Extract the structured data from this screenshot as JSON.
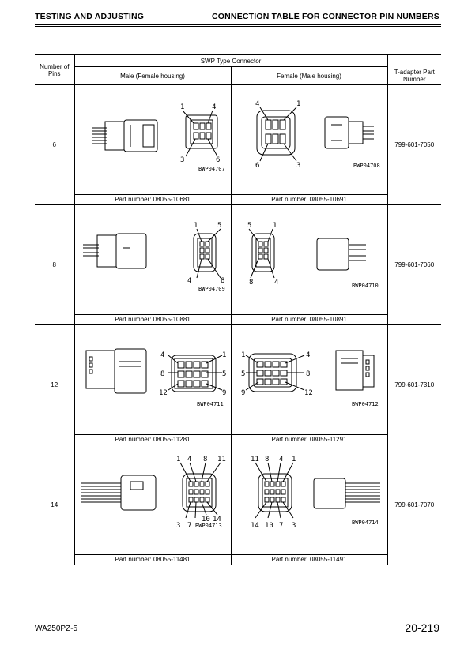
{
  "header": {
    "left": "TESTING AND ADJUSTING",
    "right": "CONNECTION TABLE FOR CONNECTOR PIN NUMBERS"
  },
  "table": {
    "col_pins": "Number of Pins",
    "group_header": "SWP Type Connector",
    "col_male": "Male (Female housing)",
    "col_female": "Female (Male housing)",
    "col_tadapter": "T-adapter Part Number",
    "rows": [
      {
        "pins": "6",
        "male_code": "BWP04707",
        "female_code": "BWP04708",
        "male_pins": [
          "1",
          "4",
          "3",
          "6"
        ],
        "female_pins": [
          "4",
          "1",
          "6",
          "3"
        ],
        "male_part": "Part number: 08055-10681",
        "female_part": "Part number: 08055-10691",
        "tadapter": "799-601-7050"
      },
      {
        "pins": "8",
        "male_code": "BWP04709",
        "female_code": "BWP04710",
        "male_pins": [
          "1",
          "5",
          "4",
          "8"
        ],
        "female_pins": [
          "5",
          "1",
          "8",
          "4"
        ],
        "male_part": "Part number: 08055-10881",
        "female_part": "Part number: 08055-10891",
        "tadapter": "799-601-7060"
      },
      {
        "pins": "12",
        "male_code": "BWP04711",
        "female_code": "BWP04712",
        "male_pins": [
          "4",
          "1",
          "8",
          "5",
          "12",
          "9"
        ],
        "female_pins": [
          "1",
          "4",
          "5",
          "8",
          "9",
          "12"
        ],
        "male_part": "Part number: 08055-11281",
        "female_part": "Part number: 08055-11291",
        "tadapter": "799-601-7310"
      },
      {
        "pins": "14",
        "male_code": "BWP04713",
        "female_code": "BWP04714",
        "male_pins": [
          "1",
          "4",
          "8",
          "11",
          "3",
          "7",
          "10",
          "14"
        ],
        "female_pins": [
          "11",
          "8",
          "4",
          "1",
          "14",
          "10",
          "7",
          "3"
        ],
        "male_part": "Part number: 08055-11481",
        "female_part": "Part number: 08055-11491",
        "tadapter": "799-601-7070"
      }
    ]
  },
  "footer": {
    "model": "WA250PZ-5",
    "page": "20-219"
  }
}
